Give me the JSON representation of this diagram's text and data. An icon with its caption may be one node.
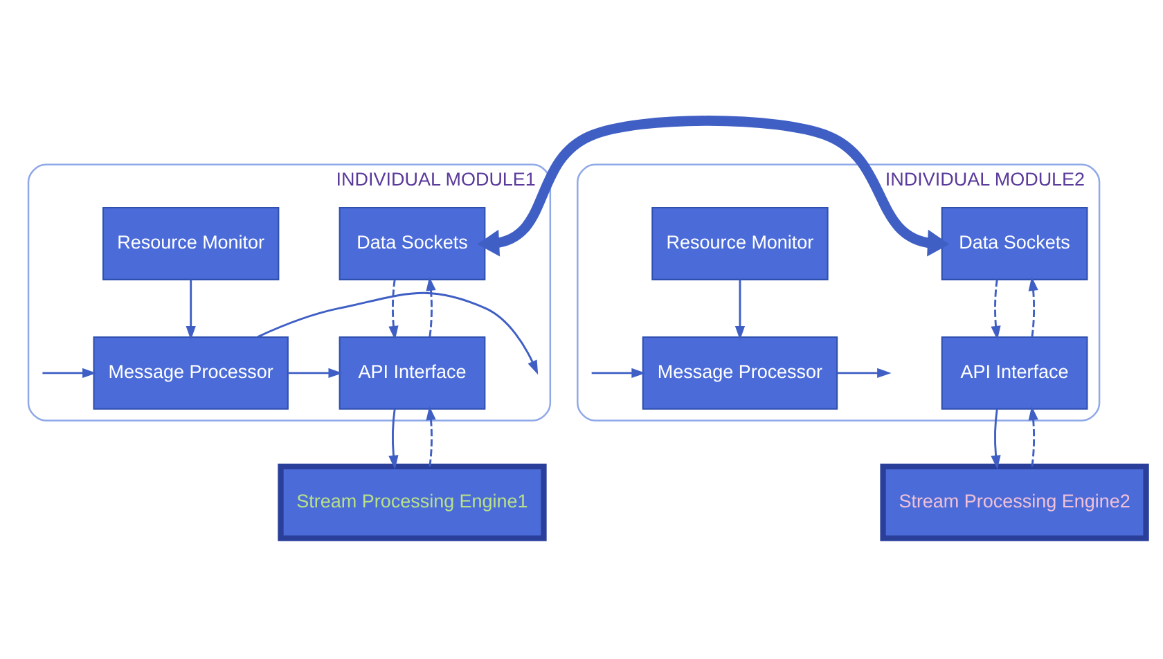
{
  "diagram": {
    "nodes": [
      {
        "text": [
          "INDIVIDUAL MODULE1"
        ]
      },
      {
        "text": [
          "Resource Monitor"
        ],
        "in": 0
      },
      {
        "text": [
          "Data Sockets"
        ],
        "in": 0
      },
      {
        "text": [
          "Message Processor"
        ],
        "in": 0
      },
      {
        "text": [
          "API Interface"
        ],
        "in": 0
      },
      {
        "text": [
          "INDIVIDUAL MODULE2"
        ]
      },
      {
        "text": [
          "Data Sockets"
        ],
        "in": 5
      },
      {
        "text": [
          "Resource Monitor"
        ],
        "in": 5
      },
      {
        "text": [
          "API Interface"
        ],
        "in": 5
      },
      {
        "text": [
          "Message Processor"
        ],
        "in": 5
      },
      {
        "text": [
          "Stream Processing Engine1"
        ]
      },
      {
        "text": [
          "Stream Processing Engine2"
        ]
      }
    ],
    "edges": [
      {
        "from": 2,
        "to": 6,
        "arrow": "both",
        "style": "thick"
      },
      {
        "from": 1,
        "to": 3,
        "arrow": "to"
      },
      {
        "from": 3,
        "to": null,
        "arrow": "to"
      },
      {
        "from": null,
        "to": 3,
        "arrow": "to"
      },
      {
        "from": 3,
        "to": 4,
        "arrow": "to"
      },
      {
        "from": 4,
        "to": 2,
        "arrow": "to",
        "style": "dashed"
      },
      {
        "from": 2,
        "to": 4,
        "arrow": "to",
        "style": "dashed"
      },
      {
        "from": 4,
        "to": 10,
        "arrow": "to"
      },
      {
        "from": 10,
        "to": 4,
        "arrow": "to",
        "style": "dashed"
      },
      {
        "from": 8,
        "to": 6,
        "arrow": "to",
        "style": "dashed"
      },
      {
        "from": 6,
        "to": 8,
        "arrow": "to",
        "style": "dashed"
      },
      {
        "from": 7,
        "to": 9,
        "arrow": "to"
      },
      {
        "from": null,
        "to": 9,
        "arrow": "to"
      },
      {
        "from": 9,
        "to": null,
        "arrow": "to"
      },
      {
        "from": 8,
        "to": 11,
        "arrow": "to"
      },
      {
        "from": 11,
        "to": 8,
        "arrow": "to",
        "style": "dashed"
      }
    ]
  }
}
